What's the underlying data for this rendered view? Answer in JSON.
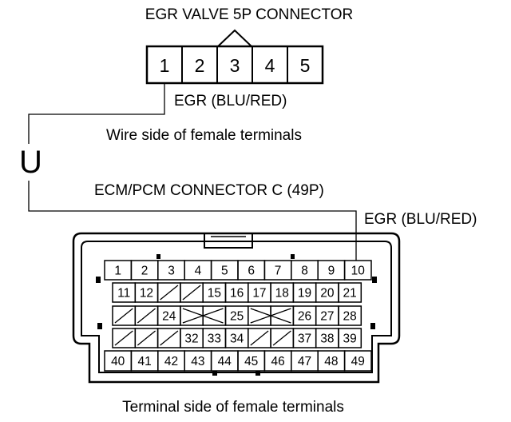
{
  "egr_connector": {
    "title": "EGR VALVE 5P CONNECTOR",
    "pins": [
      "1",
      "2",
      "3",
      "4",
      "5"
    ],
    "wire_label": "EGR (BLU/RED)",
    "view_caption": "Wire side of female terminals"
  },
  "junction_symbol": "U",
  "ecm_connector": {
    "title": "ECM/PCM CONNECTOR C (49P)",
    "wire_label": "EGR (BLU/RED)",
    "rows": [
      [
        "1",
        "2",
        "3",
        "4",
        "5",
        "6",
        "7",
        "8",
        "9",
        "10"
      ],
      [
        "11",
        "12",
        "",
        "",
        "15",
        "16",
        "17",
        "18",
        "19",
        "20",
        "21"
      ],
      [
        "",
        "",
        "24",
        "",
        "",
        "25",
        "",
        "",
        "26",
        "27",
        "28"
      ],
      [
        "",
        "",
        "",
        "32",
        "33",
        "34",
        "",
        "",
        "37",
        "38",
        "39"
      ],
      [
        "40",
        "41",
        "42",
        "43",
        "44",
        "45",
        "46",
        "47",
        "48",
        "49"
      ]
    ],
    "view_caption": "Terminal side of female terminals"
  }
}
